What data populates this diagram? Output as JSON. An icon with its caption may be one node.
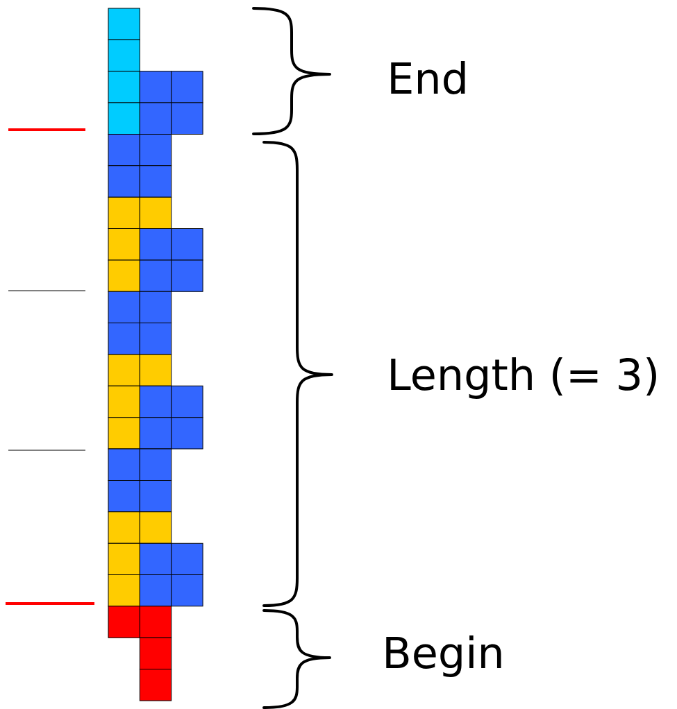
{
  "diagram": {
    "labels": [
      "End",
      "Length (= 3)",
      "Begin"
    ]
  }
}
